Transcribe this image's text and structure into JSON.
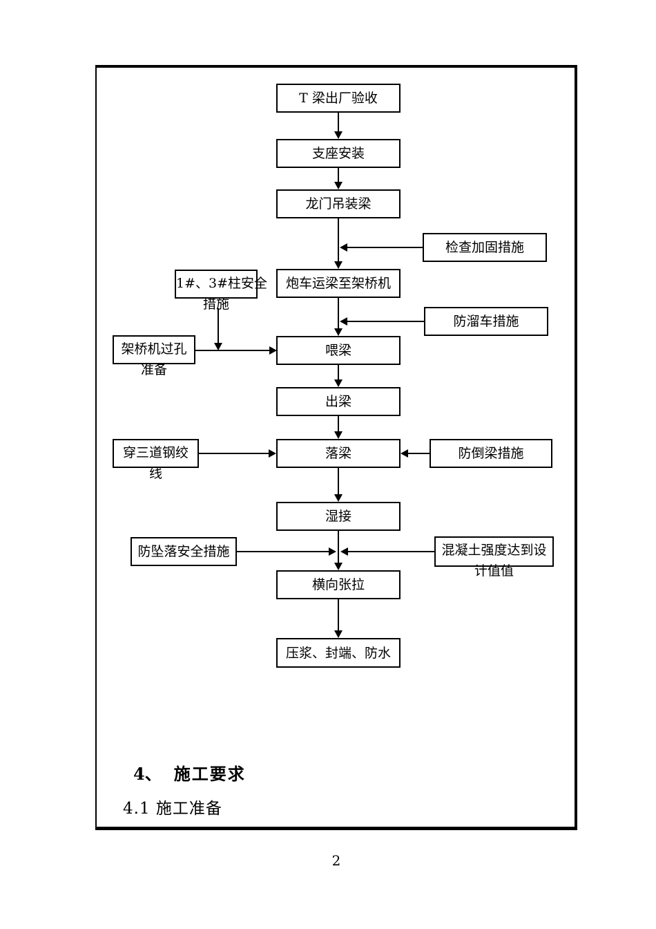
{
  "document": {
    "page_number": "2",
    "headings": {
      "section_number": "4、",
      "section_title": "施工要求",
      "subsection": "4.1 施工准备"
    }
  },
  "colors": {
    "ink": "#000000",
    "paper": "#ffffff"
  },
  "flowchart": {
    "nodes": {
      "t_beam_acceptance": {
        "lines": [
          "T 梁出厂验收"
        ]
      },
      "support_install": {
        "lines": [
          "支座安装"
        ]
      },
      "gantry_lift": {
        "lines": [
          "龙门吊装梁"
        ]
      },
      "truck_transport": {
        "lines": [
          "炮车运梁至架桥机"
        ]
      },
      "feed_beam": {
        "lines": [
          "喂梁"
        ]
      },
      "out_beam": {
        "lines": [
          "出梁"
        ]
      },
      "lower_beam": {
        "lines": [
          "落梁"
        ]
      },
      "wet_joint": {
        "lines": [
          "湿接"
        ]
      },
      "transverse_tension": {
        "lines": [
          "横向张拉"
        ]
      },
      "grout_seal_waterproof": {
        "lines": [
          "压浆、封端、防水"
        ]
      },
      "check_reinforce": {
        "lines": [
          "检查加固措施"
        ]
      },
      "anti_slip": {
        "lines": [
          "防溜车措施"
        ]
      },
      "anti_overturn": {
        "lines": [
          "防倒梁措施"
        ]
      },
      "concrete_strength": {
        "lines": [
          "混凝土强度达到设",
          "计值值"
        ]
      },
      "pier_safety": {
        "lines": [
          "1#、3#柱安全",
          "措施"
        ]
      },
      "bridge_machine_prep": {
        "lines": [
          "架桥机过孔",
          "准备"
        ]
      },
      "steel_strand": {
        "lines": [
          "穿三道钢绞",
          "线"
        ]
      },
      "anti_fall": {
        "lines": [
          "防坠落安全措施"
        ]
      }
    },
    "edges": [
      {
        "from": "t_beam_acceptance",
        "to": "support_install"
      },
      {
        "from": "support_install",
        "to": "gantry_lift"
      },
      {
        "from": "gantry_lift",
        "to": "truck_transport"
      },
      {
        "from": "check_reinforce",
        "to": "truck_transport"
      },
      {
        "from": "truck_transport",
        "to": "feed_beam"
      },
      {
        "from": "anti_slip",
        "to": "feed_beam"
      },
      {
        "from": "pier_safety",
        "to": "feed_beam"
      },
      {
        "from": "bridge_machine_prep",
        "to": "feed_beam"
      },
      {
        "from": "feed_beam",
        "to": "out_beam"
      },
      {
        "from": "out_beam",
        "to": "lower_beam"
      },
      {
        "from": "steel_strand",
        "to": "lower_beam"
      },
      {
        "from": "anti_overturn",
        "to": "lower_beam"
      },
      {
        "from": "lower_beam",
        "to": "wet_joint"
      },
      {
        "from": "wet_joint",
        "to": "transverse_tension"
      },
      {
        "from": "anti_fall",
        "to": "transverse_tension"
      },
      {
        "from": "concrete_strength",
        "to": "transverse_tension"
      },
      {
        "from": "transverse_tension",
        "to": "grout_seal_waterproof"
      }
    ]
  }
}
